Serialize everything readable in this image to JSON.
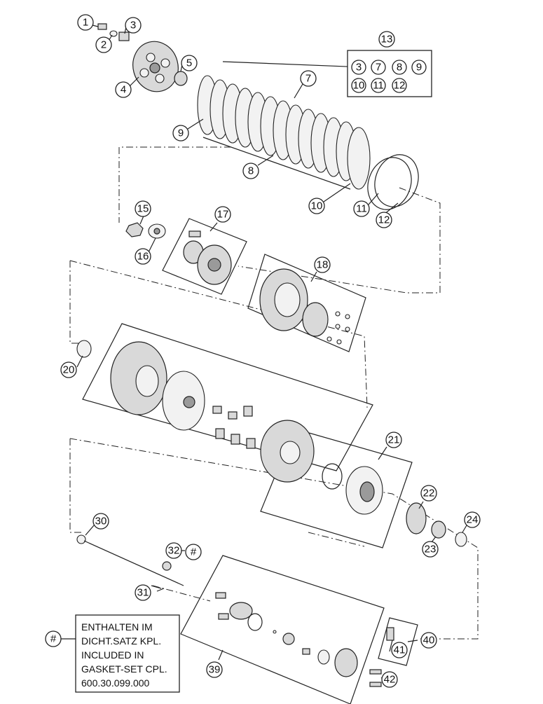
{
  "callouts": {
    "c1": "1",
    "c2": "2",
    "c3": "3",
    "c4": "4",
    "c5": "5",
    "c7": "7",
    "c8": "8",
    "c9": "9",
    "c10": "10",
    "c11": "11",
    "c12": "12",
    "c13": "13",
    "c15": "15",
    "c16": "16",
    "c17": "17",
    "c18": "18",
    "c20": "20",
    "c21": "21",
    "c22": "22",
    "c23": "23",
    "c24": "24",
    "c30": "30",
    "c31": "31",
    "c32": "32",
    "c32hash": "#",
    "c39": "39",
    "c40": "40",
    "c41": "41",
    "c42": "42",
    "chash": "#"
  },
  "kit_13": {
    "items": [
      "3",
      "7",
      "8",
      "9",
      "10",
      "11",
      "12"
    ]
  },
  "note": {
    "lines": [
      "ENTHALTEN IM",
      "DICHT.SATZ KPL.",
      "INCLUDED IN",
      "GASKET-SET CPL.",
      "600.30.099.000"
    ]
  }
}
